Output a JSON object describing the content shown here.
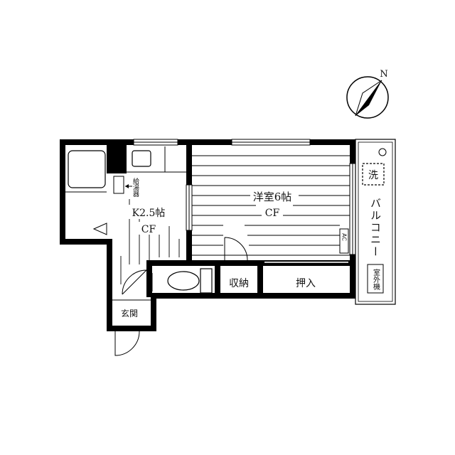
{
  "compass": {
    "north_label": "N"
  },
  "rooms": {
    "western_room": {
      "name": "洋室6帖",
      "floor": "CF"
    },
    "kitchen": {
      "name": "K2.5帖",
      "floor": "CF"
    },
    "storage": {
      "name": "収納"
    },
    "closet": {
      "name": "押入"
    },
    "entrance": {
      "name": "玄関"
    }
  },
  "fixtures": {
    "water_heater": "給湯器",
    "washer": "洗",
    "ac": "AC",
    "outdoor_unit": "室外機"
  },
  "balcony": {
    "name": "バルコニー"
  }
}
